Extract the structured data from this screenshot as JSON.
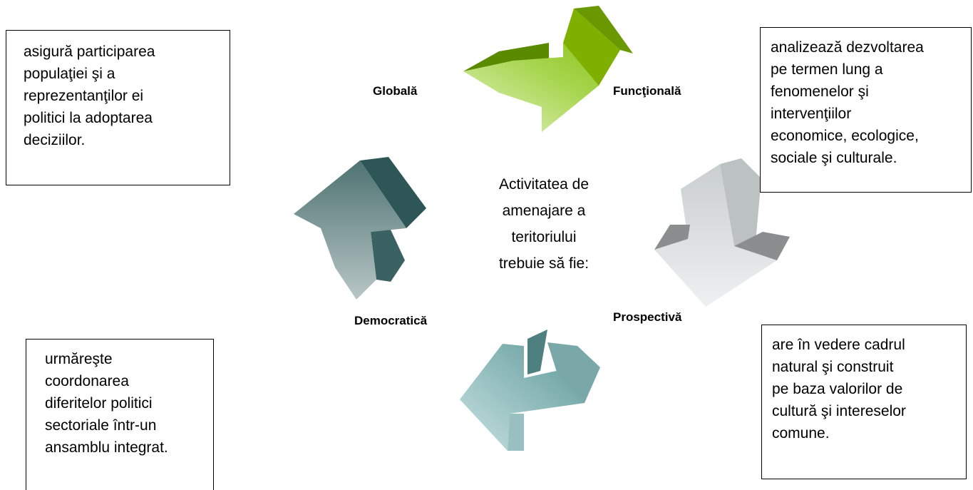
{
  "center": {
    "text": "Activitatea de\namenajare a\nteritoriului\ntrebuie să fie:"
  },
  "labels": {
    "globala": "Globală",
    "functionala": "Funcţională",
    "democratica": "Democratică",
    "prospectiva": "Prospectivă"
  },
  "boxes": {
    "top_left": "asigură participarea\npopulaţiei şi a\nreprezentanţilor ei\npolitici la adoptarea\ndeciziilor.",
    "top_right": "analizează dezvoltarea\npe termen lung a\nfenomenelor şi\nintervenţiilor\neconomice, ecologice,\nsociale şi culturale.",
    "bottom_left": "urmăreşte\ncoordonarea\ndiferitelor politici\nsectoriale într-un\nansamblu integrat.",
    "bottom_right": "are în vedere cadrul\nnatural şi construit\npe baza valorilor de\ncultură şi intereselor\ncomune."
  },
  "colors": {
    "green_arrow": "#7fb000",
    "gray_arrow": "#b8c0c0",
    "teal_arrow": "#6ea8a8",
    "dark_arrow": "#2e5656"
  }
}
